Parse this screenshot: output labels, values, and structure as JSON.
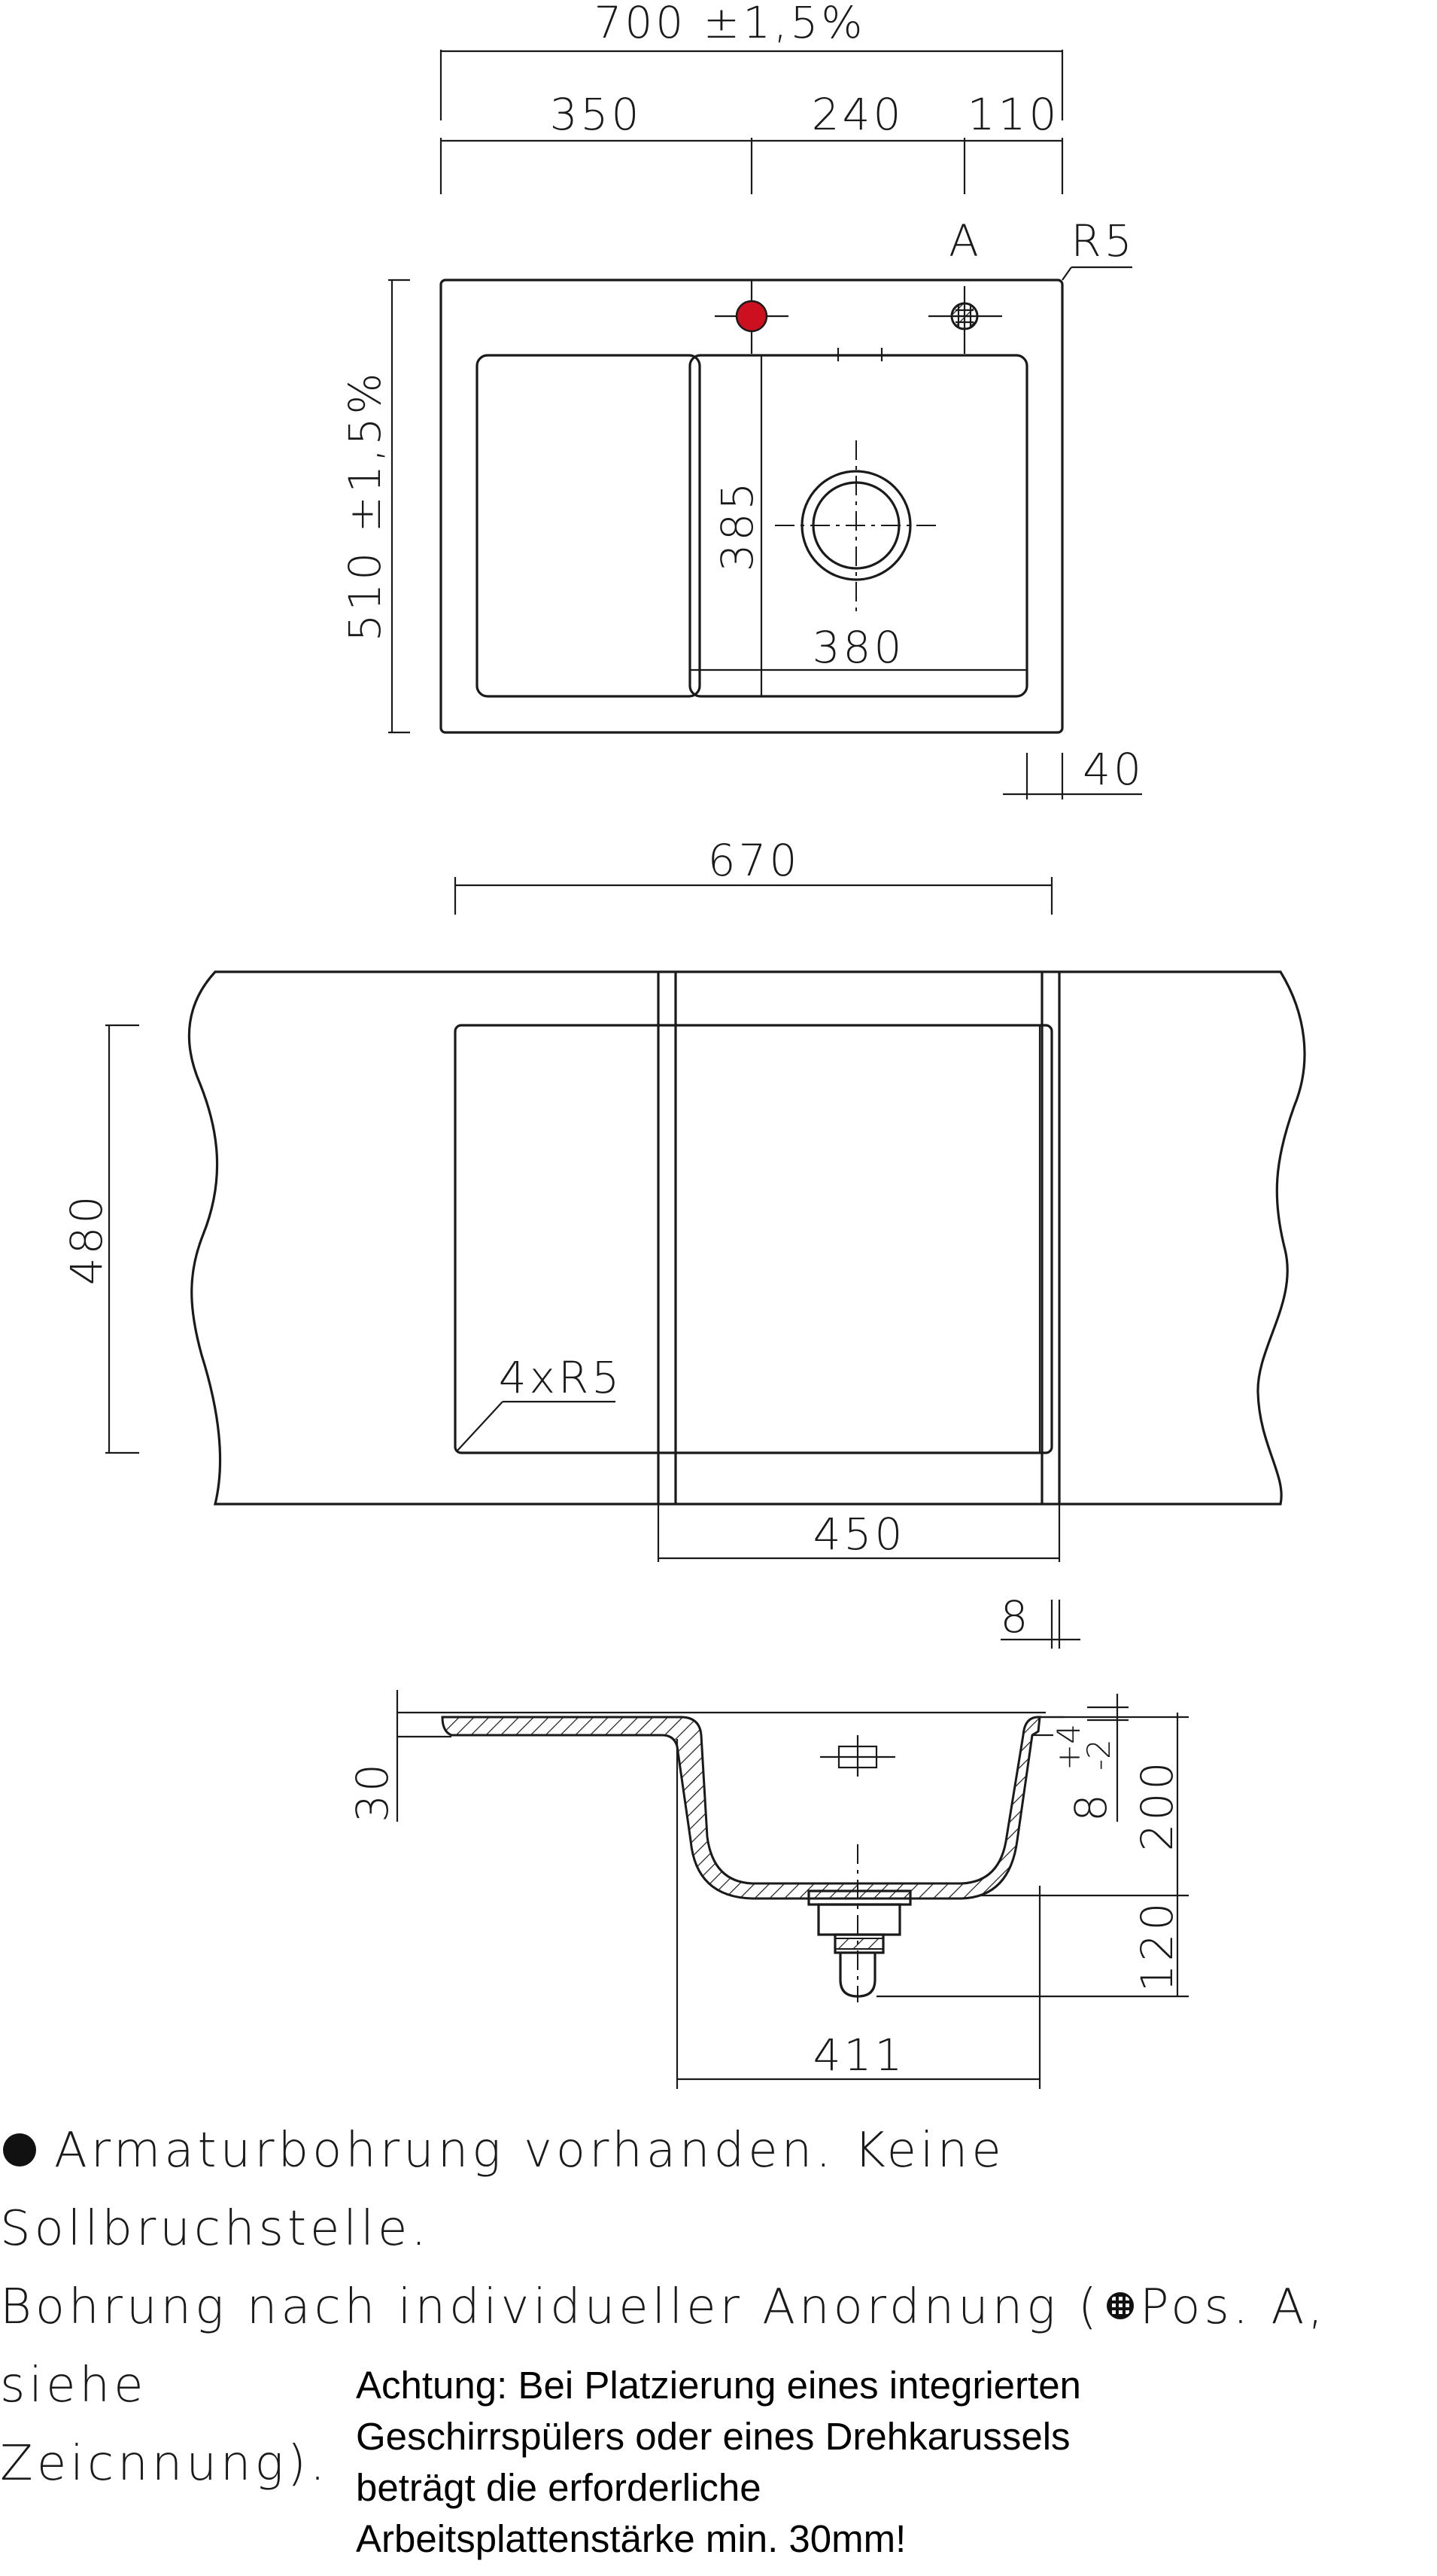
{
  "top_view": {
    "overall_width": "700 ±1,5%",
    "dim_left": "350",
    "dim_mid": "240",
    "dim_right": "110",
    "position_label": "A",
    "corner_radius": "R5",
    "overall_depth": "510 ±1,5%",
    "bowl_depth": "385",
    "bowl_width": "380",
    "edge_offset": "40",
    "colors": {
      "tap_hole": "#cc1020"
    }
  },
  "cutout_view": {
    "cutout_width": "670",
    "cutout_depth": "480",
    "corner_radii": "4xR5",
    "cabinet_width": "450",
    "wall_thickness": "8"
  },
  "section_view": {
    "deck_thickness": "30",
    "rim_tolerance": {
      "base": "8",
      "upper": "+4",
      "lower": "-2"
    },
    "bowl_height": "200",
    "drain_height": "120",
    "bowl_inner_width": "411"
  },
  "notes": {
    "line1": "Armaturbohrung vorhanden. Keine Sollbruchstelle.",
    "line2a": "Bohrung nach individueller Anordnung (",
    "line2b": "Pos. A, siehe",
    "line3": "Zeicnnung).",
    "icon_filled": "filled-dot-icon",
    "icon_grid": "hatched-dot-icon"
  },
  "warning": {
    "line1": "Achtung: Bei Platzierung eines integrierten",
    "line2": "Geschirrspülers oder eines Drehkarussels",
    "line3": "beträgt die erforderliche",
    "line4": "Arbeitsplattenstärke min. 30mm!"
  }
}
